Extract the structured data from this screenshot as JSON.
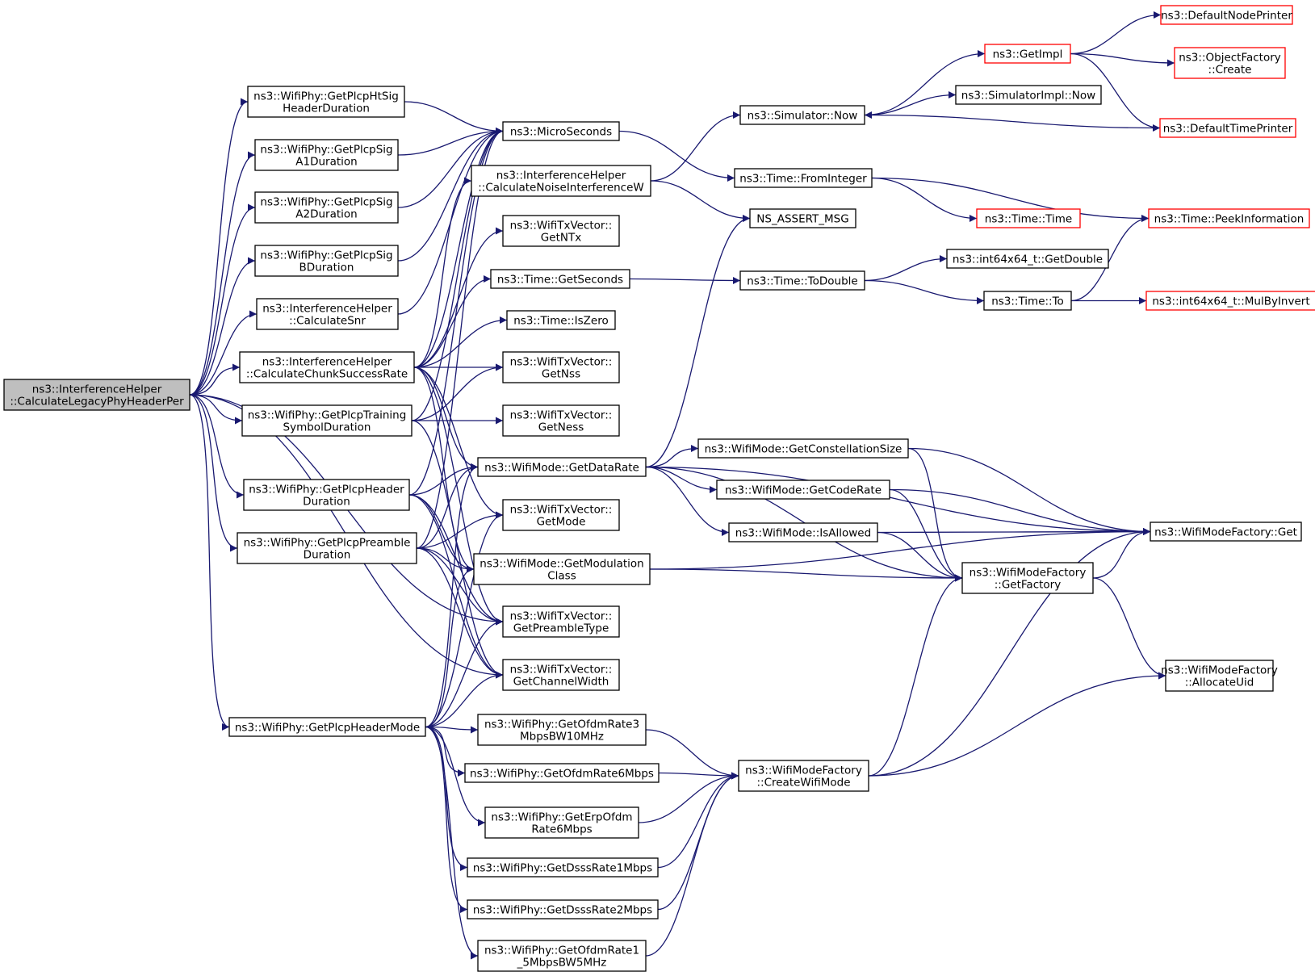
{
  "colors": {
    "edge": "#191970",
    "node_border": "#000000",
    "truncated_border": "#ff0000",
    "focus_fill": "#bfbfbf",
    "node_fill": "#ffffff"
  },
  "nodes": [
    {
      "id": "root",
      "lines": [
        "ns3::InterferenceHelper",
        "::CalculateLegacyPhyHeaderPer"
      ],
      "kind": "focus"
    },
    {
      "id": "htsig",
      "lines": [
        "ns3::WifiPhy::GetPlcpHtSig",
        "HeaderDuration"
      ],
      "kind": "normal"
    },
    {
      "id": "siga1",
      "lines": [
        "ns3::WifiPhy::GetPlcpSig",
        "A1Duration"
      ],
      "kind": "normal"
    },
    {
      "id": "siga2",
      "lines": [
        "ns3::WifiPhy::GetPlcpSig",
        "A2Duration"
      ],
      "kind": "normal"
    },
    {
      "id": "sigb",
      "lines": [
        "ns3::WifiPhy::GetPlcpSig",
        "BDuration"
      ],
      "kind": "normal"
    },
    {
      "id": "snr",
      "lines": [
        "ns3::InterferenceHelper",
        "::CalculateSnr"
      ],
      "kind": "normal"
    },
    {
      "id": "chunk",
      "lines": [
        "ns3::InterferenceHelper",
        "::CalculateChunkSuccessRate"
      ],
      "kind": "normal"
    },
    {
      "id": "training",
      "lines": [
        "ns3::WifiPhy::GetPlcpTraining",
        "SymbolDuration"
      ],
      "kind": "normal"
    },
    {
      "id": "hdrdur",
      "lines": [
        "ns3::WifiPhy::GetPlcpHeader",
        "Duration"
      ],
      "kind": "normal"
    },
    {
      "id": "preamble",
      "lines": [
        "ns3::WifiPhy::GetPlcpPreamble",
        "Duration"
      ],
      "kind": "normal"
    },
    {
      "id": "hdrmode",
      "lines": [
        "ns3::WifiPhy::GetPlcpHeaderMode"
      ],
      "kind": "normal"
    },
    {
      "id": "micro",
      "lines": [
        "ns3::MicroSeconds"
      ],
      "kind": "normal"
    },
    {
      "id": "noise",
      "lines": [
        "ns3::InterferenceHelper",
        "::CalculateNoiseInterferenceW"
      ],
      "kind": "normal"
    },
    {
      "id": "ntx",
      "lines": [
        "ns3::WifiTxVector::",
        "GetNTx"
      ],
      "kind": "normal"
    },
    {
      "id": "getsec",
      "lines": [
        "ns3::Time::GetSeconds"
      ],
      "kind": "normal"
    },
    {
      "id": "iszero",
      "lines": [
        "ns3::Time::IsZero"
      ],
      "kind": "normal"
    },
    {
      "id": "nss",
      "lines": [
        "ns3::WifiTxVector::",
        "GetNss"
      ],
      "kind": "normal"
    },
    {
      "id": "ness",
      "lines": [
        "ns3::WifiTxVector::",
        "GetNess"
      ],
      "kind": "normal"
    },
    {
      "id": "datarate",
      "lines": [
        "ns3::WifiMode::GetDataRate"
      ],
      "kind": "normal"
    },
    {
      "id": "getmode",
      "lines": [
        "ns3::WifiTxVector::",
        "GetMode"
      ],
      "kind": "normal"
    },
    {
      "id": "modclass",
      "lines": [
        "ns3::WifiMode::GetModulation",
        "Class"
      ],
      "kind": "normal"
    },
    {
      "id": "pretype",
      "lines": [
        "ns3::WifiTxVector::",
        "GetPreambleType"
      ],
      "kind": "normal"
    },
    {
      "id": "chwidth",
      "lines": [
        "ns3::WifiTxVector::",
        "GetChannelWidth"
      ],
      "kind": "normal"
    },
    {
      "id": "ofdm3",
      "lines": [
        "ns3::WifiPhy::GetOfdmRate3",
        "MbpsBW10MHz"
      ],
      "kind": "normal"
    },
    {
      "id": "ofdm6",
      "lines": [
        "ns3::WifiPhy::GetOfdmRate6Mbps"
      ],
      "kind": "normal"
    },
    {
      "id": "erp6",
      "lines": [
        "ns3::WifiPhy::GetErpOfdm",
        "Rate6Mbps"
      ],
      "kind": "normal"
    },
    {
      "id": "dsss1",
      "lines": [
        "ns3::WifiPhy::GetDsssRate1Mbps"
      ],
      "kind": "normal"
    },
    {
      "id": "dsss2",
      "lines": [
        "ns3::WifiPhy::GetDsssRate2Mbps"
      ],
      "kind": "normal"
    },
    {
      "id": "ofdm15",
      "lines": [
        "ns3::WifiPhy::GetOfdmRate1",
        "_5MbpsBW5MHz"
      ],
      "kind": "normal"
    },
    {
      "id": "simnow",
      "lines": [
        "ns3::Simulator::Now"
      ],
      "kind": "normal"
    },
    {
      "id": "fromint",
      "lines": [
        "ns3::Time::FromInteger"
      ],
      "kind": "normal"
    },
    {
      "id": "assert",
      "lines": [
        "NS_ASSERT_MSG"
      ],
      "kind": "normal"
    },
    {
      "id": "todouble",
      "lines": [
        "ns3::Time::ToDouble"
      ],
      "kind": "normal"
    },
    {
      "id": "constsize",
      "lines": [
        "ns3::WifiMode::GetConstellationSize"
      ],
      "kind": "normal"
    },
    {
      "id": "coderate",
      "lines": [
        "ns3::WifiMode::GetCodeRate"
      ],
      "kind": "normal"
    },
    {
      "id": "isallowed",
      "lines": [
        "ns3::WifiMode::IsAllowed"
      ],
      "kind": "normal"
    },
    {
      "id": "createmode",
      "lines": [
        "ns3::WifiModeFactory",
        "::CreateWifiMode"
      ],
      "kind": "normal"
    },
    {
      "id": "getimpl",
      "lines": [
        "ns3::GetImpl"
      ],
      "kind": "truncated"
    },
    {
      "id": "simimplnow",
      "lines": [
        "ns3::SimulatorImpl::Now"
      ],
      "kind": "normal"
    },
    {
      "id": "timetime",
      "lines": [
        "ns3::Time::Time"
      ],
      "kind": "truncated"
    },
    {
      "id": "getdouble",
      "lines": [
        "ns3::int64x64_t::GetDouble"
      ],
      "kind": "normal"
    },
    {
      "id": "timeto",
      "lines": [
        "ns3::Time::To"
      ],
      "kind": "normal"
    },
    {
      "id": "getfactory",
      "lines": [
        "ns3::WifiModeFactory",
        "::GetFactory"
      ],
      "kind": "normal"
    },
    {
      "id": "defnode",
      "lines": [
        "ns3::DefaultNodePrinter"
      ],
      "kind": "truncated"
    },
    {
      "id": "objfac",
      "lines": [
        "ns3::ObjectFactory",
        "::Create"
      ],
      "kind": "truncated"
    },
    {
      "id": "deftime",
      "lines": [
        "ns3::DefaultTimePrinter"
      ],
      "kind": "truncated"
    },
    {
      "id": "peek",
      "lines": [
        "ns3::Time::PeekInformation"
      ],
      "kind": "truncated"
    },
    {
      "id": "mulinv",
      "lines": [
        "ns3::int64x64_t::MulByInvert"
      ],
      "kind": "truncated"
    },
    {
      "id": "mfget",
      "lines": [
        "ns3::WifiModeFactory::Get"
      ],
      "kind": "normal"
    },
    {
      "id": "alloc",
      "lines": [
        "ns3::WifiModeFactory",
        "::AllocateUid"
      ],
      "kind": "normal"
    }
  ],
  "edges": [
    [
      "root",
      "htsig"
    ],
    [
      "root",
      "siga1"
    ],
    [
      "root",
      "siga2"
    ],
    [
      "root",
      "sigb"
    ],
    [
      "root",
      "snr"
    ],
    [
      "root",
      "chunk"
    ],
    [
      "root",
      "training"
    ],
    [
      "root",
      "hdrdur"
    ],
    [
      "root",
      "preamble"
    ],
    [
      "root",
      "hdrmode"
    ],
    [
      "root",
      "pretype"
    ],
    [
      "root",
      "chwidth"
    ],
    [
      "htsig",
      "micro"
    ],
    [
      "siga1",
      "micro"
    ],
    [
      "siga2",
      "micro"
    ],
    [
      "sigb",
      "micro"
    ],
    [
      "snr",
      "micro"
    ],
    [
      "chunk",
      "noise"
    ],
    [
      "chunk",
      "ntx"
    ],
    [
      "chunk",
      "getsec"
    ],
    [
      "chunk",
      "iszero"
    ],
    [
      "chunk",
      "nss"
    ],
    [
      "chunk",
      "datarate"
    ],
    [
      "chunk",
      "getmode"
    ],
    [
      "chunk",
      "modclass"
    ],
    [
      "chunk",
      "pretype"
    ],
    [
      "chunk",
      "micro"
    ],
    [
      "training",
      "micro"
    ],
    [
      "training",
      "nss"
    ],
    [
      "training",
      "ness"
    ],
    [
      "training",
      "chwidth"
    ],
    [
      "hdrdur",
      "micro"
    ],
    [
      "hdrdur",
      "datarate"
    ],
    [
      "hdrdur",
      "modclass"
    ],
    [
      "hdrdur",
      "pretype"
    ],
    [
      "hdrdur",
      "chwidth"
    ],
    [
      "preamble",
      "micro"
    ],
    [
      "preamble",
      "getmode"
    ],
    [
      "preamble",
      "modclass"
    ],
    [
      "preamble",
      "pretype"
    ],
    [
      "preamble",
      "chwidth"
    ],
    [
      "preamble",
      "datarate"
    ],
    [
      "hdrmode",
      "modclass"
    ],
    [
      "hdrmode",
      "pretype"
    ],
    [
      "hdrmode",
      "chwidth"
    ],
    [
      "hdrmode",
      "datarate"
    ],
    [
      "hdrmode",
      "getmode"
    ],
    [
      "hdrmode",
      "ofdm3"
    ],
    [
      "hdrmode",
      "ofdm6"
    ],
    [
      "hdrmode",
      "erp6"
    ],
    [
      "hdrmode",
      "dsss1"
    ],
    [
      "hdrmode",
      "dsss2"
    ],
    [
      "hdrmode",
      "ofdm15"
    ],
    [
      "micro",
      "fromint"
    ],
    [
      "noise",
      "simnow"
    ],
    [
      "noise",
      "assert"
    ],
    [
      "getsec",
      "todouble"
    ],
    [
      "datarate",
      "assert"
    ],
    [
      "datarate",
      "constsize"
    ],
    [
      "datarate",
      "coderate"
    ],
    [
      "datarate",
      "isallowed"
    ],
    [
      "datarate",
      "getfactory"
    ],
    [
      "datarate",
      "mfget"
    ],
    [
      "modclass",
      "getfactory"
    ],
    [
      "modclass",
      "mfget"
    ],
    [
      "ofdm3",
      "createmode"
    ],
    [
      "ofdm6",
      "createmode"
    ],
    [
      "erp6",
      "createmode"
    ],
    [
      "dsss1",
      "createmode"
    ],
    [
      "dsss2",
      "createmode"
    ],
    [
      "ofdm15",
      "createmode"
    ],
    [
      "simnow",
      "getimpl"
    ],
    [
      "simnow",
      "simimplnow"
    ],
    [
      "fromint",
      "timetime"
    ],
    [
      "fromint",
      "peek"
    ],
    [
      "todouble",
      "getdouble"
    ],
    [
      "todouble",
      "timeto"
    ],
    [
      "constsize",
      "getfactory"
    ],
    [
      "constsize",
      "mfget"
    ],
    [
      "coderate",
      "getfactory"
    ],
    [
      "coderate",
      "mfget"
    ],
    [
      "isallowed",
      "getfactory"
    ],
    [
      "isallowed",
      "mfget"
    ],
    [
      "createmode",
      "getfactory"
    ],
    [
      "createmode",
      "mfget"
    ],
    [
      "createmode",
      "alloc"
    ],
    [
      "getimpl",
      "defnode"
    ],
    [
      "getimpl",
      "objfac"
    ],
    [
      "getimpl",
      "deftime"
    ],
    [
      "deftime",
      "simnow"
    ],
    [
      "timeto",
      "peek"
    ],
    [
      "timeto",
      "mulinv"
    ],
    [
      "getfactory",
      "mfget"
    ],
    [
      "getfactory",
      "alloc"
    ]
  ]
}
